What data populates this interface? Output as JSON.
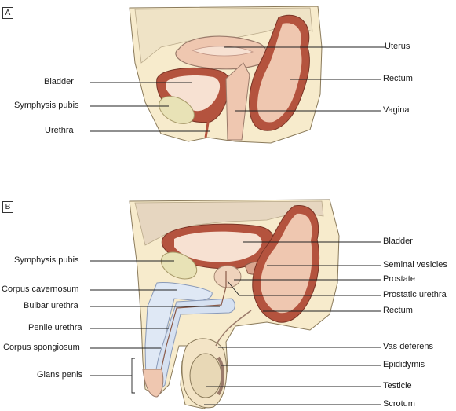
{
  "panels": {
    "a": {
      "tag": "A",
      "labels": {
        "uterus": "Uterus",
        "bladder": "Bladder",
        "rectum": "Rectum",
        "symphysis_pubis": "Symphysis pubis",
        "vagina": "Vagina",
        "urethra": "Urethra"
      }
    },
    "b": {
      "tag": "B",
      "labels": {
        "bladder": "Bladder",
        "symphysis_pubis": "Symphysis pubis",
        "seminal_vesicles": "Seminal vesicles",
        "corpus_cavernosum": "Corpus cavernosum",
        "prostate": "Prostate",
        "bulbar_urethra": "Bulbar urethra",
        "prostatic_urethra": "Prostatic urethra",
        "rectum": "Rectum",
        "penile_urethra": "Penile urethra",
        "corpus_spongiosum": "Corpus spongiosum",
        "vas_deferens": "Vas deferens",
        "epididymis": "Epididymis",
        "glans_penis": "Glans penis",
        "testicle": "Testicle",
        "scrotum": "Scrotum"
      }
    }
  },
  "colors": {
    "tissue": "#f7ebcc",
    "tissue_outline": "#8a7a5a",
    "muscle_wall": "#b4533e",
    "organ_pink": "#efc7b0",
    "organ_light": "#f7e1d2",
    "bone": "#e8e2b6",
    "peritoneum": "#c9b8a4",
    "erectile_blue": "#dfe8f5",
    "leader_line": "#222222"
  }
}
